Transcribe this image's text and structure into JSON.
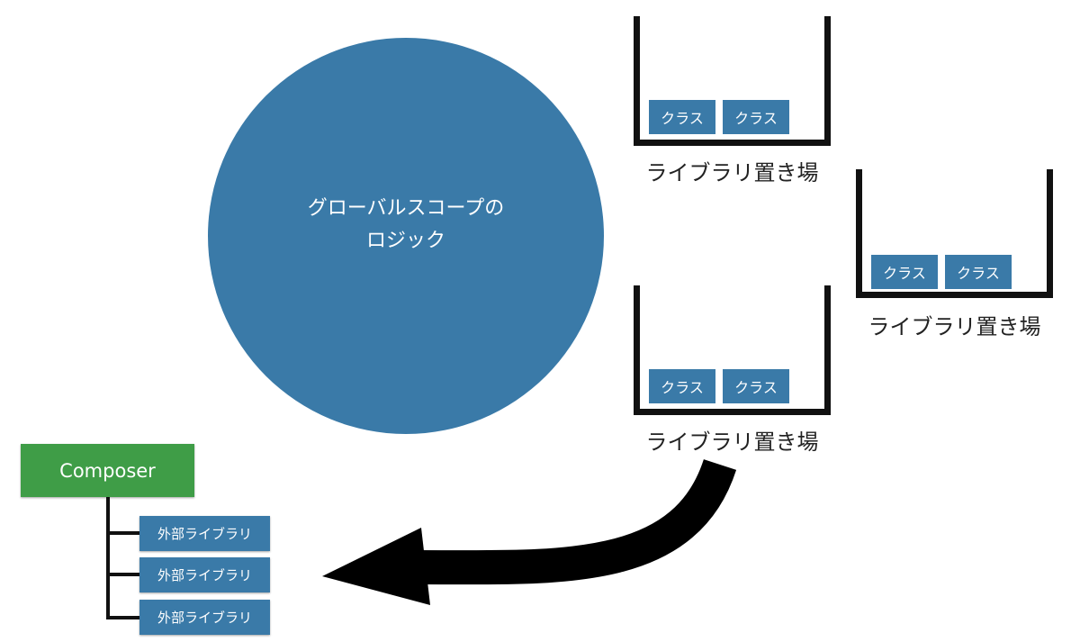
{
  "circle": {
    "line1": "グローバルスコープの",
    "line2": "ロジック"
  },
  "bins": [
    {
      "label": "ライブラリ置き場",
      "classes": [
        "クラス",
        "クラス"
      ]
    },
    {
      "label": "ライブラリ置き場",
      "classes": [
        "クラス",
        "クラス"
      ]
    },
    {
      "label": "ライブラリ置き場",
      "classes": [
        "クラス",
        "クラス"
      ]
    }
  ],
  "composer": {
    "label": "Composer",
    "libraries": [
      "外部ライブラリ",
      "外部ライブラリ",
      "外部ライブラリ"
    ]
  },
  "colors": {
    "circle": "#3a7aa8",
    "class_box": "#3a7aa8",
    "composer": "#3f9d47",
    "bin_stroke": "#111111",
    "arrow": "#000000"
  }
}
